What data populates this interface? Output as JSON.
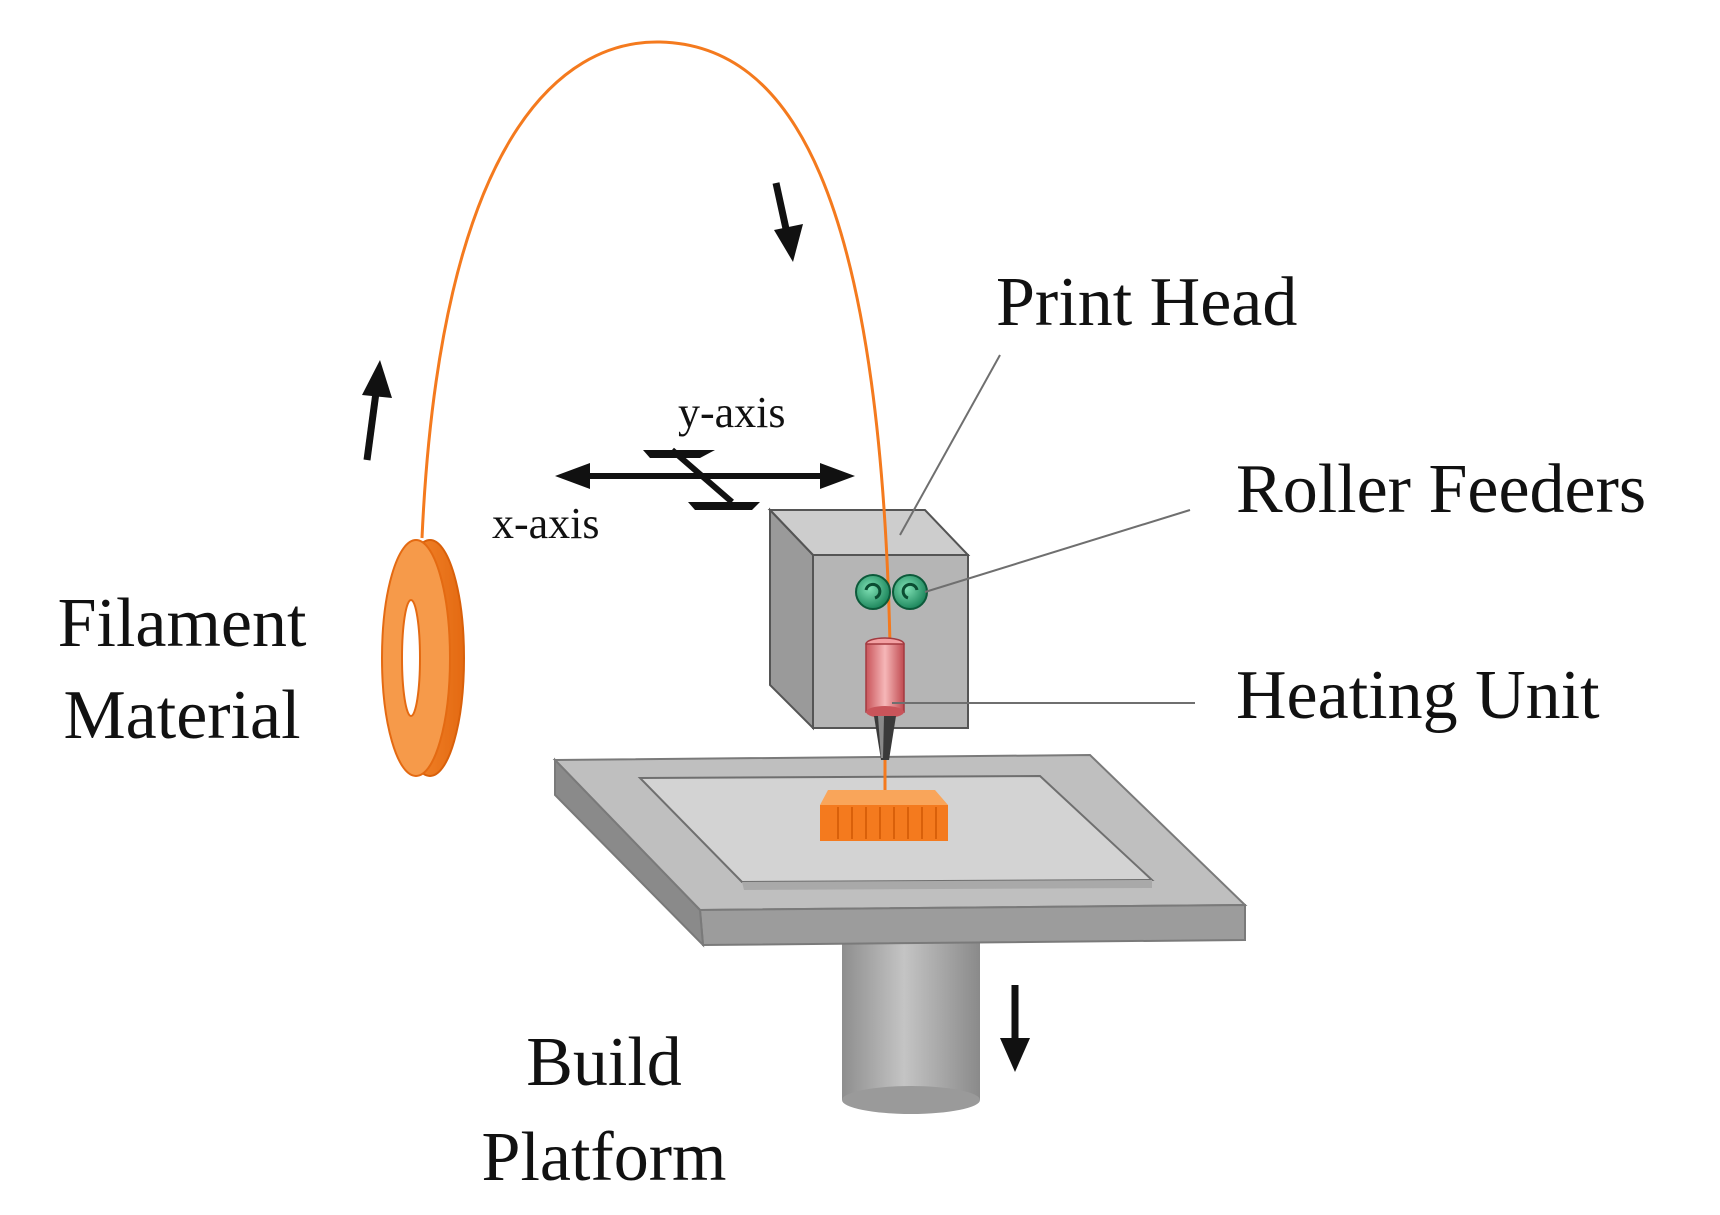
{
  "colors": {
    "filament": "#f47a1e",
    "filament_dark": "#d9600a",
    "box_front": "#b3b3b3",
    "box_top": "#cfcfcf",
    "box_side": "#969696",
    "platform_top": "#bdbdbd",
    "platform_front": "#9a9a9a",
    "column": "#a8a8a8",
    "roller": "#1f9a6a",
    "heater": "#e0787a",
    "arrow": "#111111",
    "leader": "#6f6f6f"
  },
  "labels": {
    "filament_line1": "Filament",
    "filament_line2": "Material",
    "print_head": "Print Head",
    "roller_feeders": "Roller Feeders",
    "heating_unit": "Heating Unit",
    "build_line1": "Build",
    "build_line2": "Platform",
    "x_axis": "x-axis",
    "y_axis": "y-axis"
  },
  "icons": {
    "feed_up_arrow": "arrow-up-icon",
    "feed_down_arrow": "arrow-down-icon",
    "platform_down_arrow": "arrow-down-icon",
    "xy_axes": "axes-cross-icon"
  }
}
